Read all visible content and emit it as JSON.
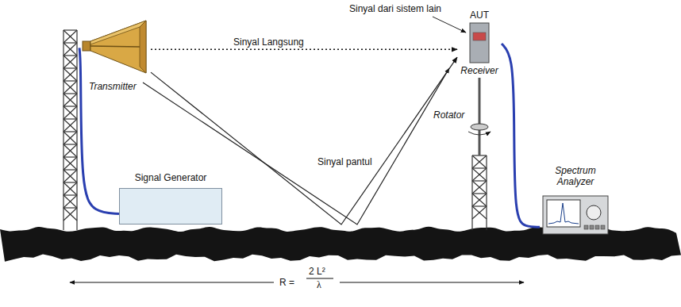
{
  "diagram": {
    "nodes": [
      {
        "text": [
          "Transmitter"
        ]
      },
      {
        "text": [
          "AUT",
          "Receiver"
        ]
      },
      {
        "text": [
          "Signal Generator"
        ]
      },
      {
        "text": [
          "Spectrum Analyzer"
        ]
      }
    ],
    "edges": [
      {
        "from": 0,
        "to": 1,
        "arrow": "to",
        "label": "Sinyal Langsung"
      },
      {
        "from": 0,
        "to": 1,
        "arrow": "to",
        "label": "Sinyal pantul"
      },
      {
        "from": 2,
        "to": 0,
        "arrow": "none"
      },
      {
        "from": 1,
        "to": 3,
        "arrow": "none"
      }
    ],
    "labels": [
      "Sinyal dari sistem lain",
      "Rotator",
      "R =",
      "2 L²",
      "λ"
    ]
  }
}
